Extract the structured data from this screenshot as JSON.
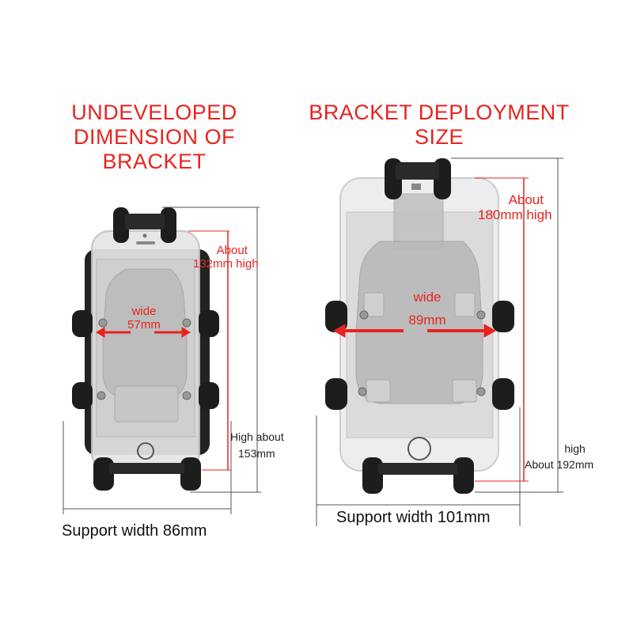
{
  "headings": {
    "left_line1": "UNDEVELOPED",
    "left_line2": "DIMENSION OF BRACKET",
    "right": "BRACKET DEPLOYMENT SIZE"
  },
  "left_labels": {
    "height_red_line1": "About",
    "height_red_line2": "132mm high",
    "wide_line1": "wide",
    "wide_line2": "57mm",
    "height_black_line1": "High about",
    "height_black_line2": "153mm",
    "support_width": "Support width 86mm"
  },
  "right_labels": {
    "height_red_line1": "About",
    "height_red_line2": "180mm high",
    "wide_line1": "wide",
    "wide_line2": "89mm",
    "height_black_line1": "high",
    "height_black_line2": "About 192mm",
    "support_width": "Support width 101mm"
  },
  "colors": {
    "accent_red": "#e8231f",
    "bracket_black": "#1a1a1a",
    "phone_gray": "#d9d9d9"
  }
}
